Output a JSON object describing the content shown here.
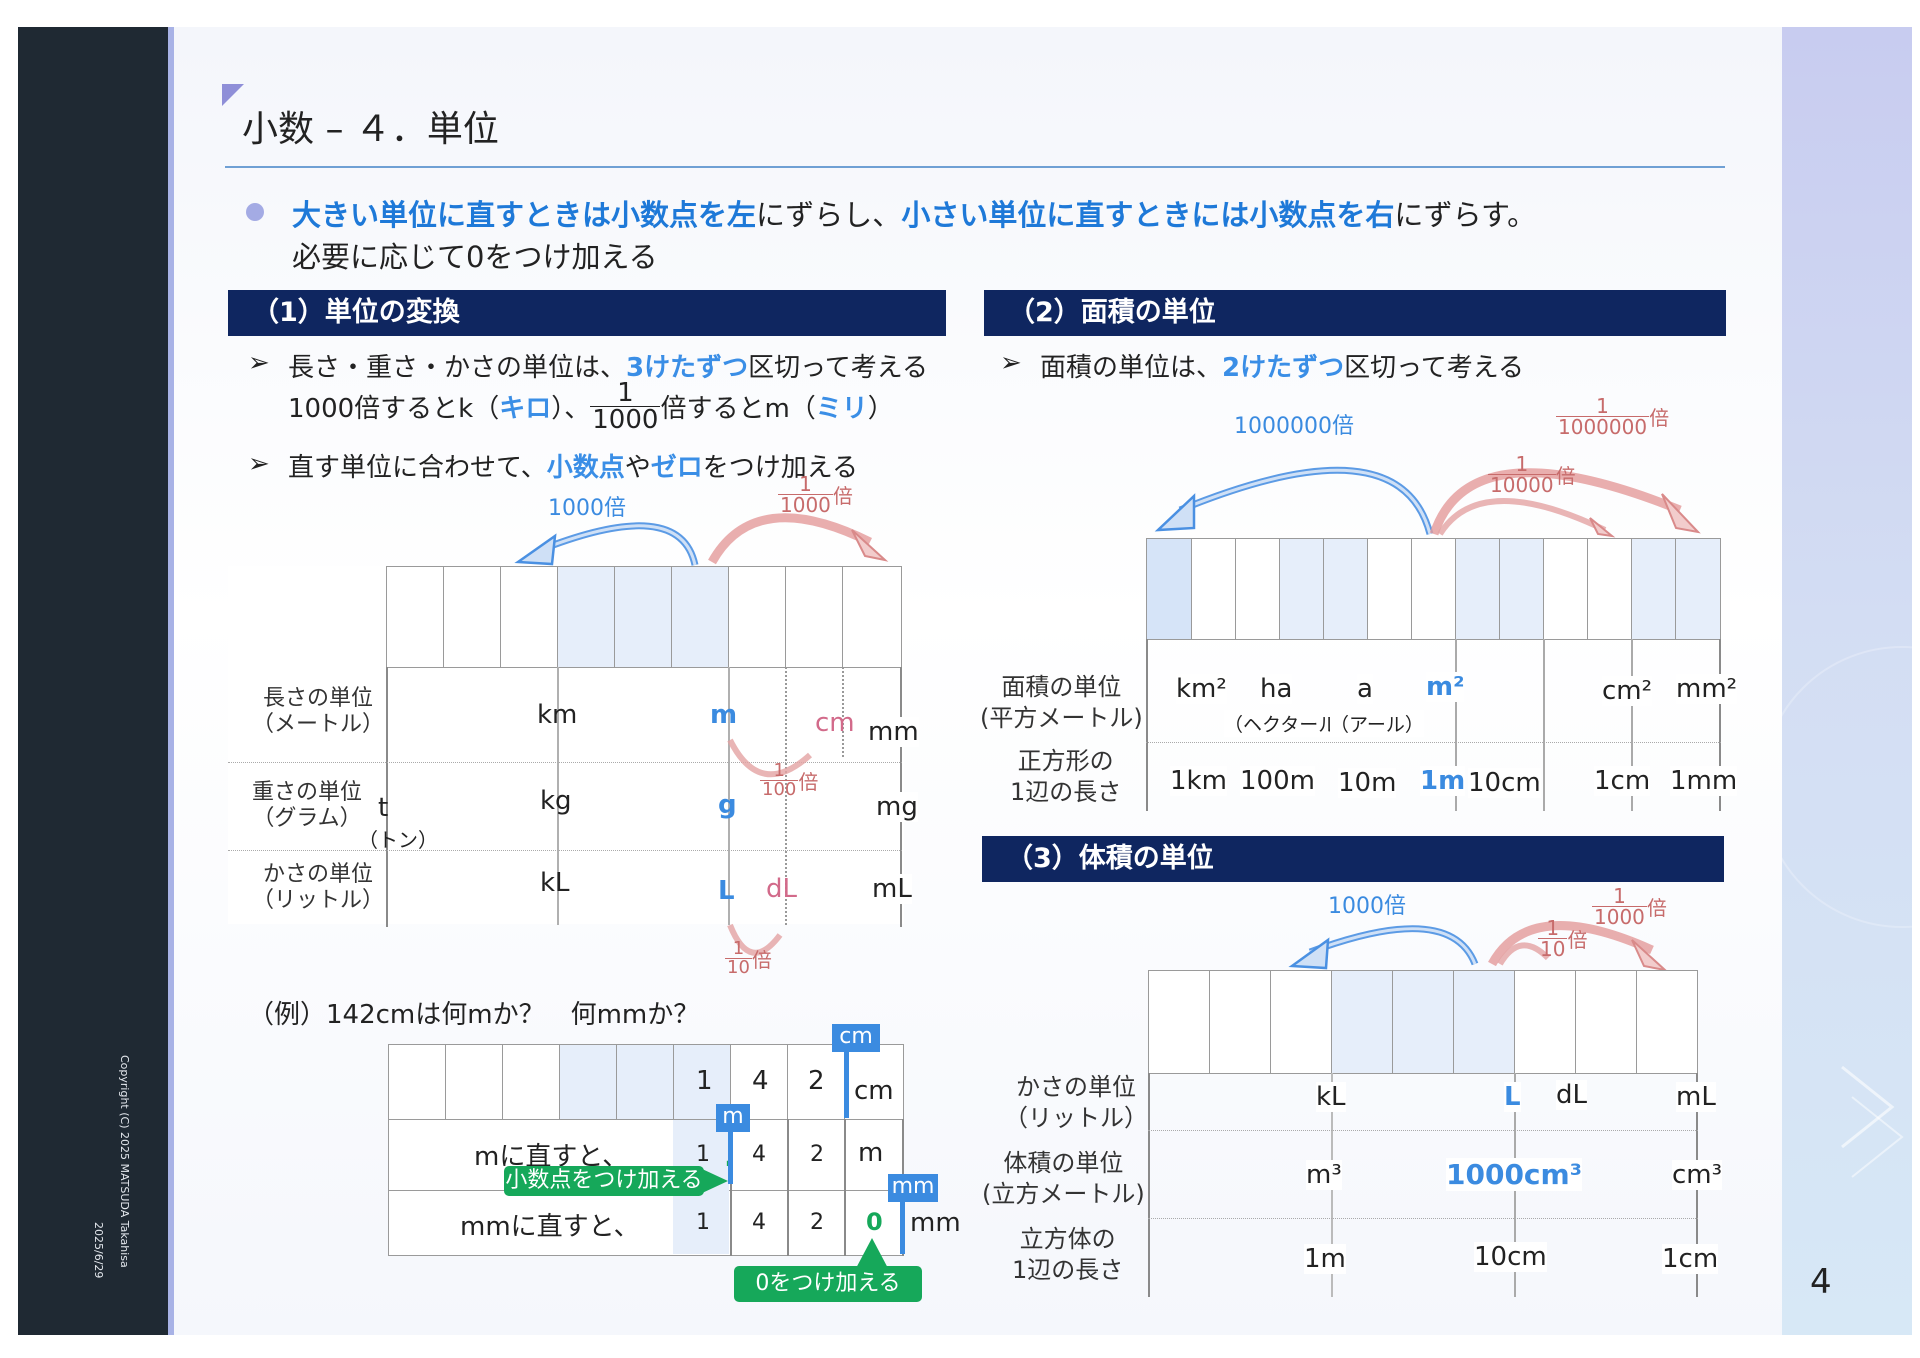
{
  "sidebar": {
    "copyright": "Copyright (C) 2025 MATSUDA Takahisa",
    "date": "2025/6/29"
  },
  "page_number": "4",
  "title": "小数 – ４．単位",
  "bullet": {
    "part1": "大きい単位に直すときは小数点を左",
    "part2": "にずらし、",
    "part3": "小さい単位に直すときには小数点を右",
    "part4": "にずらす。",
    "line2": "必要に応じて0をつけ加える"
  },
  "sec1": {
    "heading": "（1）単位の変換",
    "b1a": "長さ・重さ・かさの単位は、",
    "b1b": "3けたずつ",
    "b1c": "区切って考える",
    "l2a": "1000倍するとk（",
    "l2b": "キロ",
    "l2c": "）、",
    "l2num": "1",
    "l2den": "1000",
    "l2d": "倍するとm（",
    "l2e": "ミリ",
    "l2f": "）",
    "b2a": "直す単位に合わせて、",
    "b2b": "小数点",
    "b2c": "や",
    "b2d": "ゼロ",
    "b2e": "をつけ加える",
    "arrow_big": "1000倍",
    "arrow_small_num": "1",
    "arrow_small_den": "1000",
    "arrow_small_unit": "倍",
    "rows": [
      {
        "label1": "長さの単位",
        "label2": "（メートル）",
        "u1": "km",
        "u2": "m",
        "u3": "cm",
        "u4": "mm"
      },
      {
        "label1": "重さの単位",
        "label2": "（グラム）",
        "u0": "t",
        "u0sub": "（トン）",
        "u1": "kg",
        "u2": "g",
        "u4": "mg"
      },
      {
        "label1": "かさの単位",
        "label2": "（リットル）",
        "u1": "kL",
        "u2": "L",
        "u3": "dL",
        "u4": "mL"
      }
    ],
    "mid_num": "1",
    "mid_den": "100",
    "mid_unit": "倍",
    "low_num": "1",
    "low_den": "10",
    "low_unit": "倍",
    "example": {
      "question": "（例）142cmは何mか？　何mmか？",
      "tag_cm": "cm",
      "tag_m": "m",
      "tag_mm": "mm",
      "row1": {
        "d1": "1",
        "d2": "4",
        "d3": "2",
        "unit": "cm"
      },
      "row2": {
        "label": "mに直すと、",
        "d1": "1",
        "dot": ".",
        "d2": "4",
        "d3": "2",
        "unit": "m"
      },
      "row3": {
        "label": "mmに直すと、",
        "d1": "1",
        "d2": "4",
        "d3": "2",
        "d4": "0",
        "unit": "mm"
      },
      "green1": "小数点をつけ加える",
      "green2": "0をつけ加える"
    }
  },
  "sec2": {
    "heading": "（2）面積の単位",
    "b1a": "面積の単位は、",
    "b1b": "2けたずつ",
    "b1c": "区切って考える",
    "arrow_big": "1000000倍",
    "a1_num": "1",
    "a1_den": "1000000",
    "a1_unit": "倍",
    "a2_num": "1",
    "a2_den": "10000",
    "a2_unit": "倍",
    "row1_label1": "面積の単位",
    "row1_label2": "(平方メートル)",
    "units": [
      "km²",
      "ha",
      "a",
      "m²",
      "cm²",
      "mm²"
    ],
    "sub_ha": "（ヘクタール）",
    "sub_a": "（アール）",
    "row2_label1": "正方形の",
    "row2_label2": "1辺の長さ",
    "lengths": [
      "1km",
      "100m",
      "10m",
      "1m",
      "10cm",
      "1cm",
      "1mm"
    ]
  },
  "sec3": {
    "heading": "（3）体積の単位",
    "arrow_big": "1000倍",
    "a1_num": "1",
    "a1_den": "1000",
    "a1_unit": "倍",
    "a2_num": "1",
    "a2_den": "10",
    "a2_unit": "倍",
    "r1_label1": "かさの単位",
    "r1_label2": "（リットル）",
    "r1_units": [
      "kL",
      "L",
      "dL",
      "mL"
    ],
    "r2_label1": "体積の単位",
    "r2_label2": "(立方メートル)",
    "r2_units": [
      "m³",
      "1000cm³",
      "cm³"
    ],
    "r3_label1": "立方体の",
    "r3_label2": "1辺の長さ",
    "r3_units": [
      "1m",
      "10cm",
      "1cm"
    ]
  }
}
